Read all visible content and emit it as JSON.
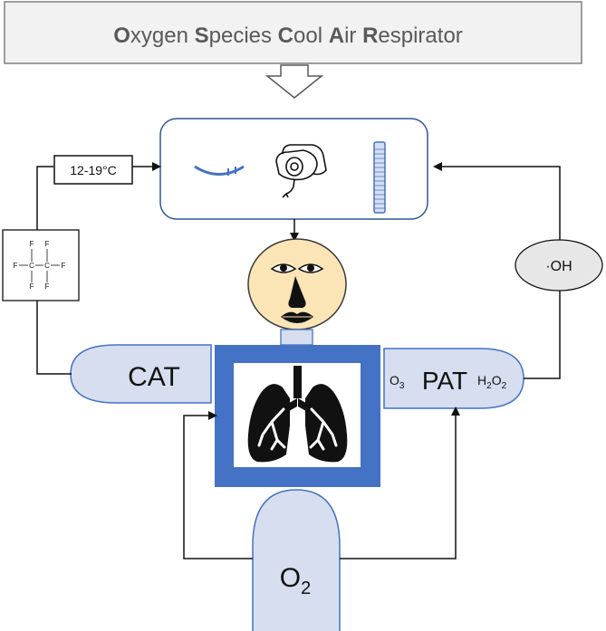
{
  "banner": {
    "title_parts": [
      {
        "bold": "O",
        "rest": "xygen "
      },
      {
        "bold": "S",
        "rest": "pecies "
      },
      {
        "bold": "C",
        "rest": "ool "
      },
      {
        "bold": "A",
        "rest": "ir "
      },
      {
        "bold": "R",
        "rest": "espirator"
      }
    ]
  },
  "left_loop": {
    "temperature_label": "12-19°C",
    "molecule_atoms": [
      "F",
      "F",
      "F",
      "F",
      "F",
      "F",
      "C",
      "C"
    ]
  },
  "right_loop": {
    "radical_label": "·OH"
  },
  "cat": {
    "label": "CAT"
  },
  "pat": {
    "label": "PAT",
    "left_base": "O",
    "left_sub": "3",
    "right_h": "H",
    "right_sub1": "2",
    "right_o": "O",
    "right_sub2": "2"
  },
  "oxygen": {
    "base": "O",
    "sub": "2"
  },
  "colors": {
    "blue_accent": "#4472C4",
    "light_blue_fill": "#D6DEEF",
    "banner_fill": "#F2F2F2",
    "face_fill": "#FBE5B6",
    "oh_fill": "#E7E7E7",
    "title_gray": "#595959"
  },
  "icons": [
    "mouthpiece-icon",
    "face-mask-icon",
    "corrugated-tube-icon",
    "face-icon",
    "lungs-icon"
  ]
}
